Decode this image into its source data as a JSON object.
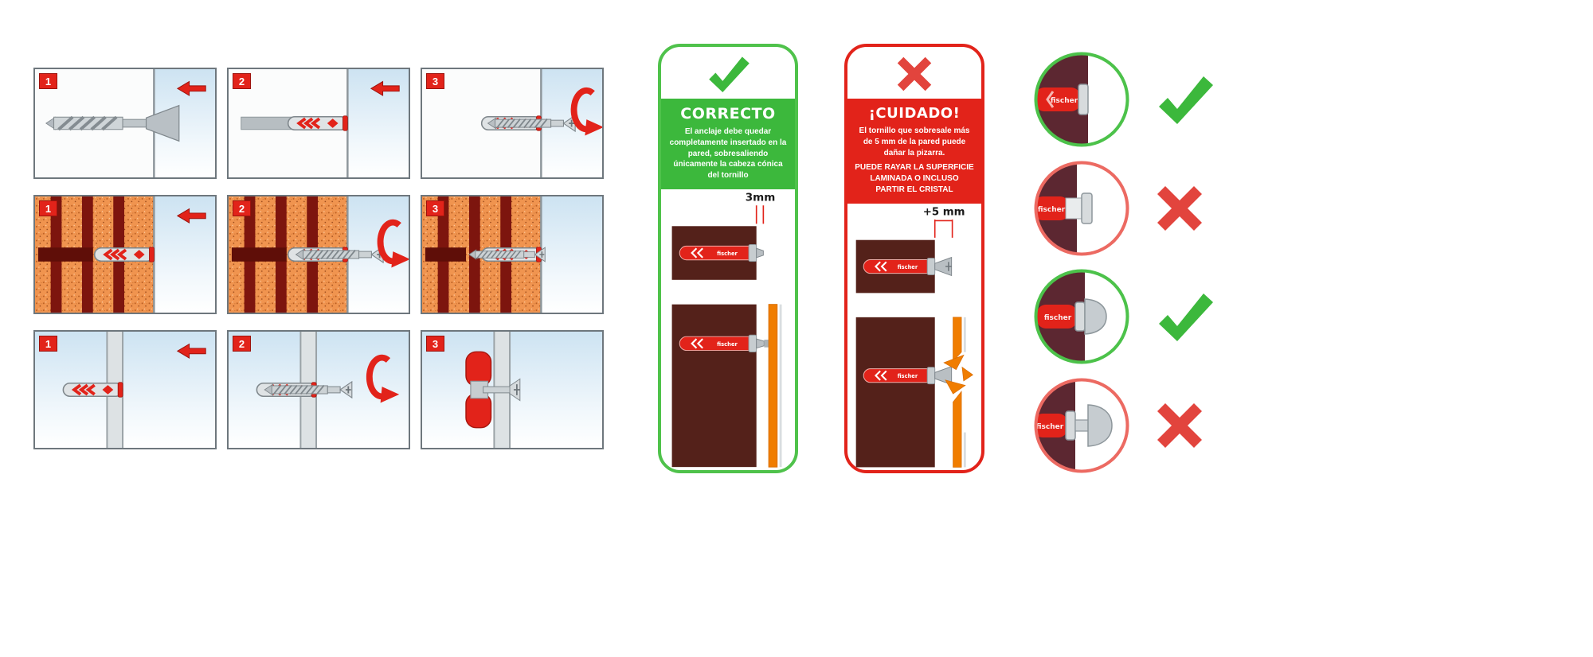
{
  "brand": "fischer",
  "steps_grid": {
    "rows": [
      {
        "label": "solid-wall",
        "steps": [
          {
            "num": "1"
          },
          {
            "num": "2"
          },
          {
            "num": "3"
          }
        ]
      },
      {
        "label": "perforated-brick-wall",
        "steps": [
          {
            "num": "1"
          },
          {
            "num": "2"
          },
          {
            "num": "3"
          }
        ]
      },
      {
        "label": "hollow-panel-wall",
        "steps": [
          {
            "num": "1"
          },
          {
            "num": "2"
          },
          {
            "num": "3"
          }
        ]
      }
    ]
  },
  "correct_card": {
    "title": "CORRECTO",
    "body": "El anclaje debe quedar completamente insertado en la pared, sobresaliendo únicamente la cabeza cónica del tornillo",
    "measure": "3mm"
  },
  "caution_card": {
    "title": "¡CUIDADO!",
    "body": "El tornillo que sobresale más de 5 mm de la pared puede dañar la pizarra.",
    "body_caps": "PUEDE RAYAR LA SUPERFICIE LAMINADA O INCLUSO PARTIR EL CRISTAL",
    "measure": "+5 mm"
  },
  "examples": [
    {
      "name": "anchor-flush",
      "verdict": "correct"
    },
    {
      "name": "anchor-protruding",
      "verdict": "incorrect"
    },
    {
      "name": "screw-head-flush",
      "verdict": "correct"
    },
    {
      "name": "screw-head-protruding",
      "verdict": "incorrect"
    }
  ],
  "colors": {
    "green": "#3cb83c",
    "red": "#e2231a",
    "brick_orange": "#f0944f",
    "wall_brown": "#54211a",
    "circle_wall": "#5c2731",
    "board_orange": "#f07d00"
  }
}
